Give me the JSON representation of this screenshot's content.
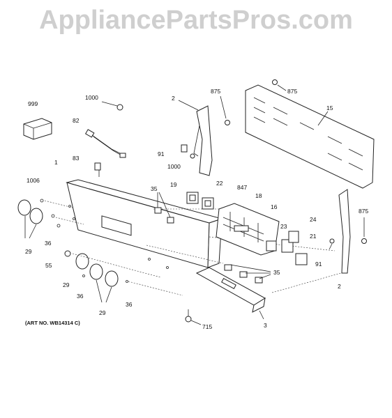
{
  "watermark": "AppliancePartsPros.com",
  "art_number": "(ART NO. WB14314 C)",
  "callouts": {
    "c999": "999",
    "c1000a": "1000",
    "c82": "82",
    "c83": "83",
    "c1": "1",
    "c1006": "1006",
    "c29a": "29",
    "c36a": "36",
    "c55": "55",
    "c29b": "29",
    "c36b": "36",
    "c29c": "29",
    "c36c": "36",
    "c2a": "2",
    "c875a": "875",
    "c875b": "875",
    "c15": "15",
    "c91a": "91",
    "c1000b": "1000",
    "c35a": "35",
    "c19": "19",
    "c22": "22",
    "c847": "847",
    "c18": "18",
    "c16": "16",
    "c23": "23",
    "c24": "24",
    "c21": "21",
    "c875c": "875",
    "c91b": "91",
    "c2b": "2",
    "c35b": "35",
    "c3": "3",
    "c715": "715"
  }
}
